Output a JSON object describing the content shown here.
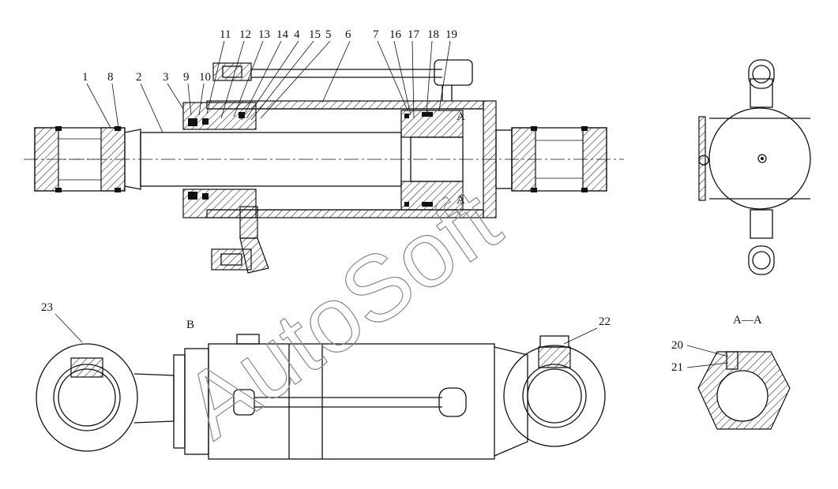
{
  "callouts_top": [
    "11",
    "12",
    "13",
    "14",
    "4",
    "15",
    "5",
    "6",
    "7",
    "16",
    "17",
    "18",
    "19"
  ],
  "callouts_left": [
    "1",
    "8",
    "2",
    "3",
    "9",
    "10"
  ],
  "callout_23": "23",
  "callout_22": "22",
  "callout_20": "20",
  "callout_21": "21",
  "section_label": "A—A",
  "view_label": "B",
  "section_mark": "A",
  "watermark": "AutoSoft"
}
